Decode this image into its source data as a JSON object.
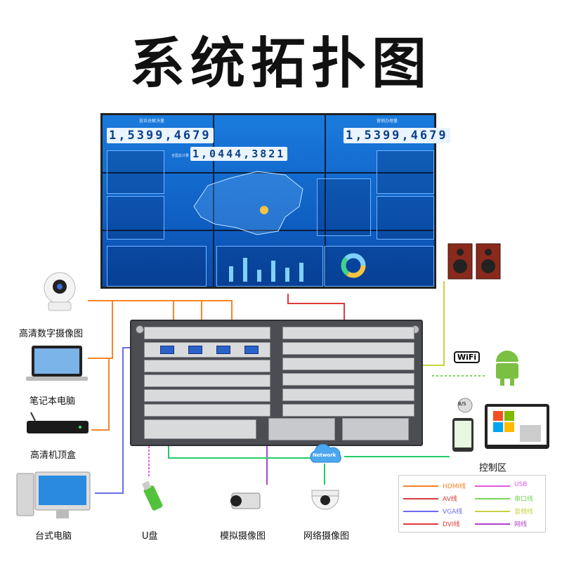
{
  "title": "系统拓扑图",
  "wall": {
    "panel_left_title": "投诉总解决量",
    "panel_right_title": "营销办理量",
    "count_left": "1,5399,4679",
    "count_center": "1,0444,3821",
    "count_right": "1,5399,4679",
    "center_label": "全国总计量"
  },
  "devices": {
    "camera_hd": "高清数字摄像图",
    "laptop": "笔记本电脑",
    "settop": "高清机顶盒",
    "desktop": "台式电脑",
    "usb_disk": "U盘",
    "analog_camera": "模拟摄像图",
    "ip_camera": "网络摄像图",
    "control_area": "控制区",
    "wifi": "WiFi",
    "network": "Network",
    "bs": "B/S"
  },
  "legend": [
    {
      "label": "HDMI线",
      "color": "#f5852a"
    },
    {
      "label": "USB",
      "color": "#e05ae0"
    },
    {
      "label": "AV线",
      "color": "#d63b3b"
    },
    {
      "label": "串口线",
      "color": "#7bd35a"
    },
    {
      "label": "VGA线",
      "color": "#6b6bf0"
    },
    {
      "label": "音频线",
      "color": "#c8d23c"
    },
    {
      "label": "DVI线",
      "color": "#e03a3a"
    },
    {
      "label": "网线",
      "color": "#b142c8"
    }
  ],
  "colors": {
    "hdmi": "#f5852a",
    "vga": "#6b6bf0",
    "dvi": "#e03a3a",
    "usb": "#e05ae0",
    "net": "#22cc66",
    "serial": "#7bd35a",
    "audio": "#c8d23c",
    "lan": "#b142c8"
  }
}
